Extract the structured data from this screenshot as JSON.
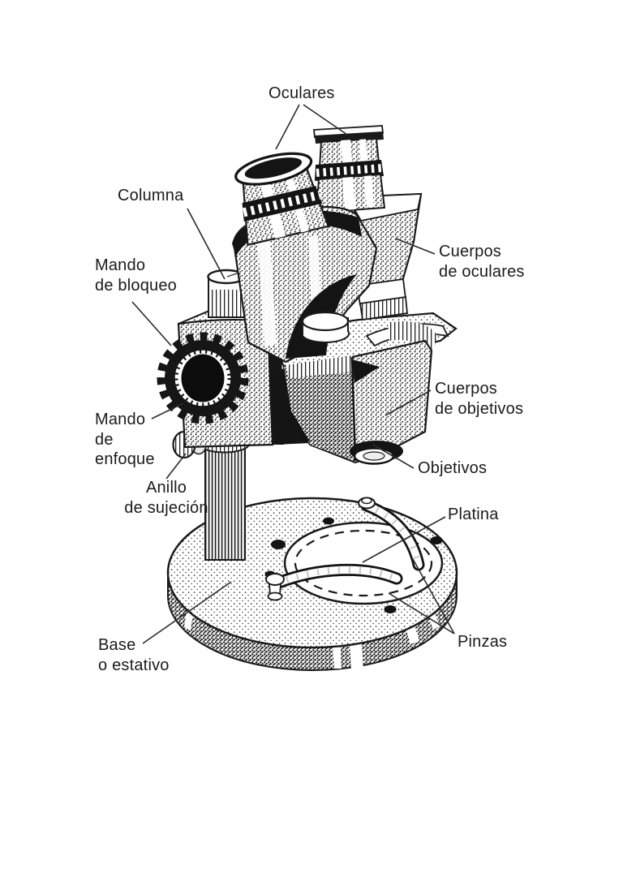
{
  "figure": {
    "background": "#ffffff",
    "ink": "#1a1a1a"
  },
  "labels": {
    "oculares": {
      "text": "Oculares"
    },
    "columna": {
      "text": "Columna"
    },
    "mando_bloqueo": {
      "line1": "Mando",
      "line2": "de bloqueo"
    },
    "mando_enfoque": {
      "line1": "Mando",
      "line2": "de",
      "line3": "enfoque"
    },
    "anillo_sujecion": {
      "line1": "Anillo",
      "line2": "de sujeción"
    },
    "cuerpos_oculares": {
      "line1": "Cuerpos",
      "line2": "de oculares"
    },
    "cuerpos_objetivos": {
      "line1": "Cuerpos",
      "line2": "de objetivos"
    },
    "objetivos": {
      "text": "Objetivos"
    },
    "platina": {
      "text": "Platina"
    },
    "pinzas": {
      "text": "Pinzas"
    },
    "base_estativo": {
      "line1": "Base",
      "line2": "o estativo"
    }
  }
}
